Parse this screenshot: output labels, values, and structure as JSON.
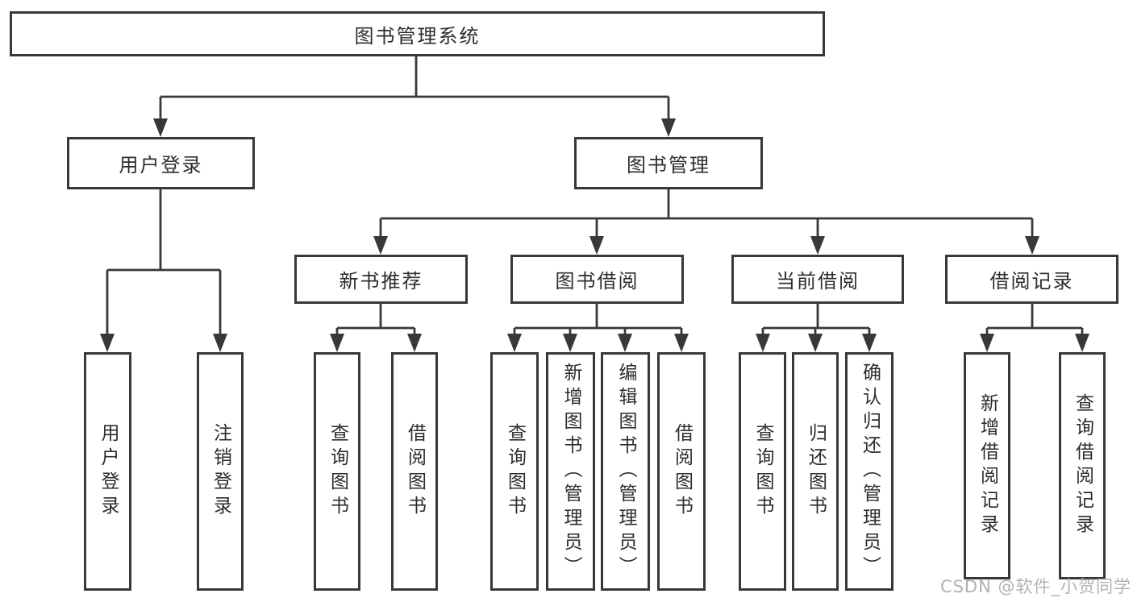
{
  "diagram": {
    "root": {
      "label": "图书管理系统"
    },
    "level2": [
      {
        "label": "用户登录",
        "children": [
          {
            "label": "用户登录"
          },
          {
            "label": "注销登录"
          }
        ]
      },
      {
        "label": "图书管理",
        "children": [
          {
            "label": "新书推荐",
            "children": [
              {
                "label": "查询图书"
              },
              {
                "label": "借阅图书"
              }
            ]
          },
          {
            "label": "图书借阅",
            "children": [
              {
                "label": "查询图书"
              },
              {
                "label": "新增图书（管理员）"
              },
              {
                "label": "编辑图书（管理员）"
              },
              {
                "label": "借阅图书"
              }
            ]
          },
          {
            "label": "当前借阅",
            "children": [
              {
                "label": "查询图书"
              },
              {
                "label": "归还图书"
              },
              {
                "label": "确认归还（管理员）"
              }
            ]
          },
          {
            "label": "借阅记录",
            "children": [
              {
                "label": "新增借阅记录"
              },
              {
                "label": "查询借阅记录"
              }
            ]
          }
        ]
      }
    ]
  },
  "watermark": {
    "text": "CSDN @软件_小贺同学"
  },
  "colors": {
    "line": "#383838",
    "box_border": "#383838",
    "text": "#2d2d2d",
    "watermark": "#b2b2b2",
    "background": "#ffffff"
  }
}
